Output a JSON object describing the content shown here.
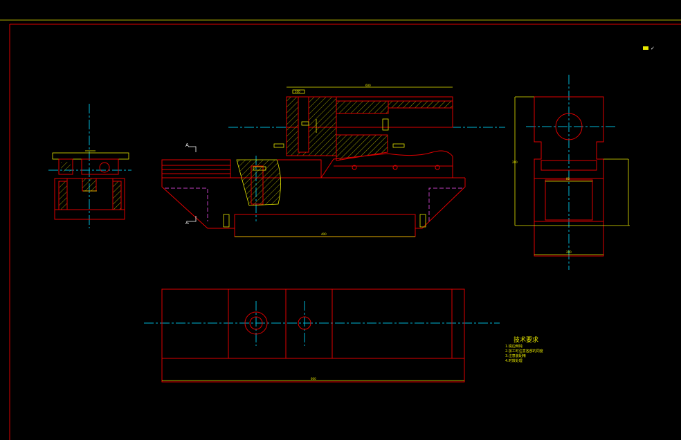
{
  "section_labels": {
    "top": "A",
    "bottom": "A"
  },
  "roughness_mark": "✓",
  "tech_requirements": {
    "title": "技术要求",
    "notes": [
      "1.锐边倒钝",
      "2.加工时注意各部的同度",
      "3.注意装配精",
      "4.时效处理"
    ]
  },
  "dims": {
    "top_main": "600",
    "top_small": "100",
    "side_view": "600",
    "base": "400",
    "right_left": "200",
    "right_inner": "80",
    "right_bottom": "200"
  },
  "colors": {
    "outline": "#e00000",
    "dimension": "#e8e800",
    "centerline": "#00b8d8",
    "hidden": "#c040c0"
  }
}
